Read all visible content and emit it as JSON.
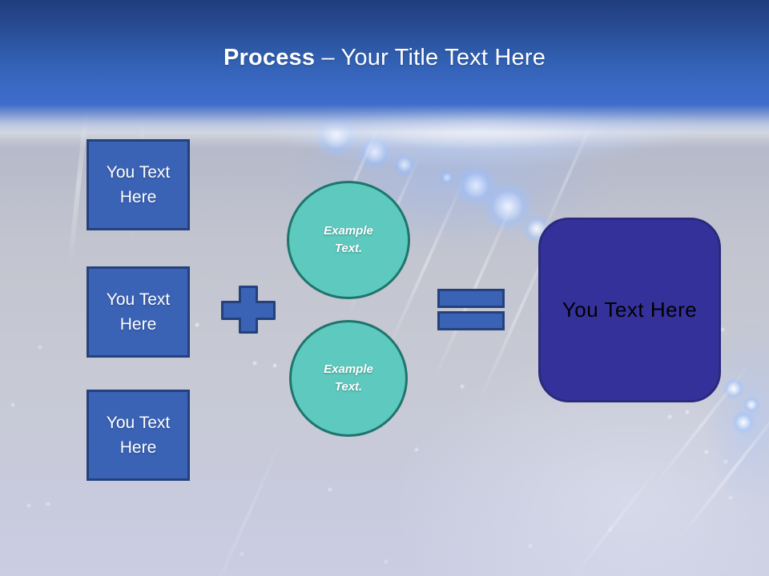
{
  "slide": {
    "title": {
      "emphasis": "Process",
      "rest": "– Your Title Text Here"
    },
    "left_boxes": [
      {
        "label": "You Text Here"
      },
      {
        "label": "You Text Here"
      },
      {
        "label": "You Text Here"
      }
    ],
    "operators": {
      "plus_icon": "plus",
      "equals_icon": "equals"
    },
    "circles": [
      {
        "line1": "Example",
        "line2": "Text."
      },
      {
        "line1": "Example",
        "line2": "Text."
      }
    ],
    "result_box": {
      "label": "You Text Here"
    },
    "colors": {
      "header_top": "#1f3d7d",
      "header_bottom": "#3e6cca",
      "box_blue": "#3a62b5",
      "box_blue_border": "#24417e",
      "circle_teal": "#5ec9be",
      "circle_teal_border": "#1e756e",
      "result_indigo": "#34329a",
      "result_indigo_border": "#2a2a7d",
      "text_white": "#ffffff",
      "result_text": "#000000"
    }
  }
}
